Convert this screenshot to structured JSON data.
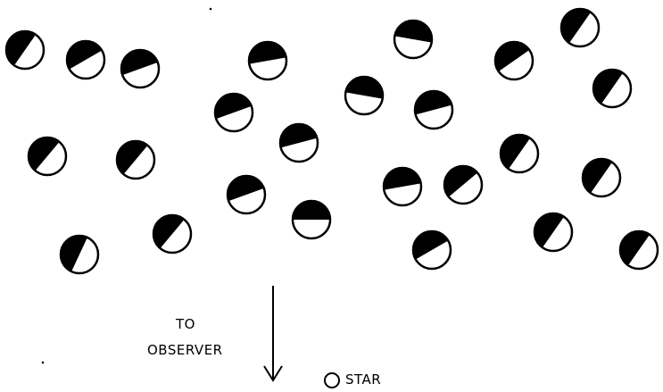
{
  "labels": {
    "to": "TO",
    "observer": "OBSERVER",
    "star": "STAR"
  },
  "colors": {
    "ink": "#000000",
    "paper": "#ffffff"
  },
  "icons": {
    "sphere": "half-lit-sphere-icon",
    "arrow": "arrow-down-icon",
    "star": "star-circle-icon"
  }
}
